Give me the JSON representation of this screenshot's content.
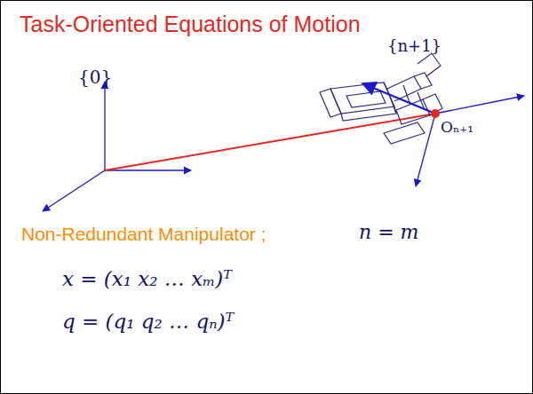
{
  "diagram": {
    "title": "Task-Oriented Equations of Motion",
    "labels": [
      "{0}",
      "{n+1}",
      "Oₙ₊₁",
      "Non-Redundant Manipulator ;",
      "n = m",
      "x = (x₁ x₂ … xₘ)ᵀ",
      "q = (q₁ q₂ … qₙ)ᵀ"
    ]
  }
}
